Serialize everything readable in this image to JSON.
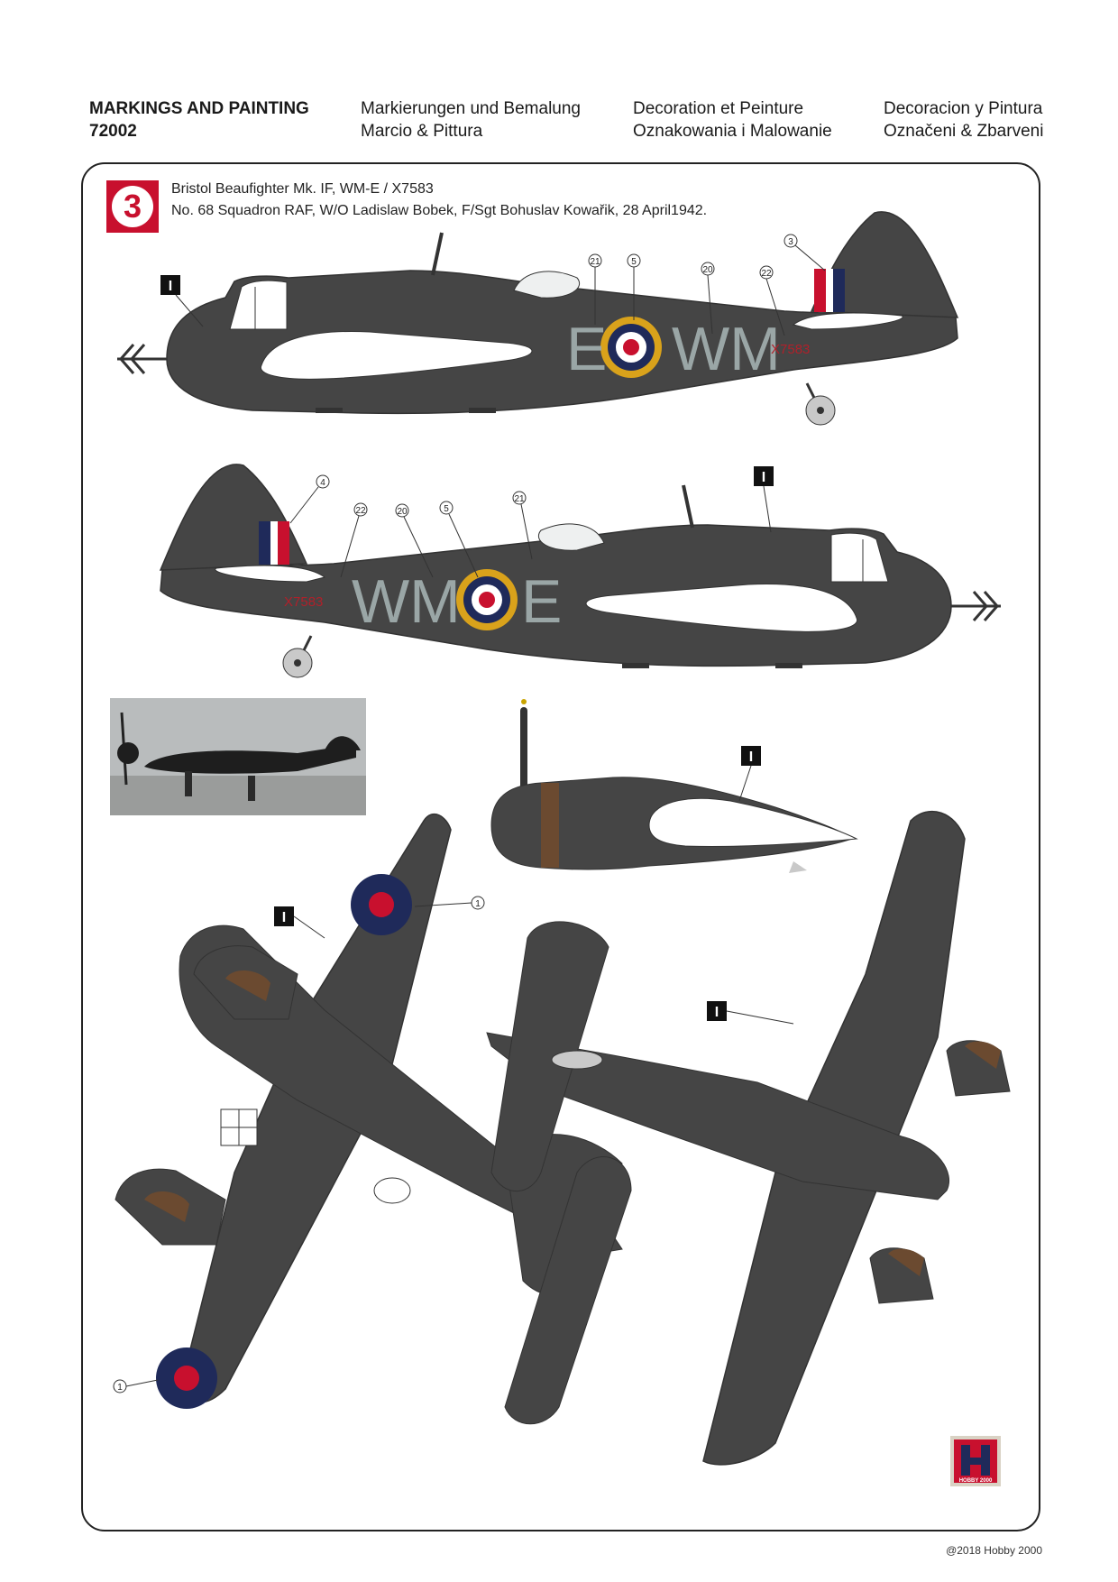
{
  "header": {
    "col1": [
      "MARKINGS AND PAINTING",
      "72002"
    ],
    "col2": [
      "Markierungen und Bemalung",
      "Marcio & Pittura"
    ],
    "col3": [
      "Decoration et Peinture",
      "Oznakowania i Malowanie"
    ],
    "col4": [
      "Decoracion y Pintura",
      "Označeni & Zbarveni"
    ]
  },
  "scheme": {
    "number": "3",
    "caption_line1": "Bristol Beaufighter Mk. IF, WM-E / X7583",
    "caption_line2": "No. 68 Squadron RAF, W/O Ladislaw Bobek, F/Sgt Bohuslav Kowařik, 28 April1942."
  },
  "markings": {
    "code_left": "E",
    "code_right": "WM",
    "serial": "X7583",
    "colour_key": "I",
    "callouts": [
      "21",
      "5",
      "20",
      "22",
      "3",
      "4",
      "1"
    ]
  },
  "colors": {
    "aircraft_grey": "#454545",
    "panel_line": "#333333",
    "code_letters": "#9aa6a6",
    "roundel_blue": "#1f2a5a",
    "roundel_red": "#c8102e",
    "roundel_yellow": "#d9a21b",
    "propeller_hub": "#6b4a30",
    "frame": "#222222"
  },
  "photo": {
    "alt_label": "Photograph of Beaufighter WM-E"
  },
  "logo": {
    "letter": "H",
    "text": "HOBBY 2000"
  },
  "footer": {
    "copyright": "@2018 Hobby 2000"
  }
}
